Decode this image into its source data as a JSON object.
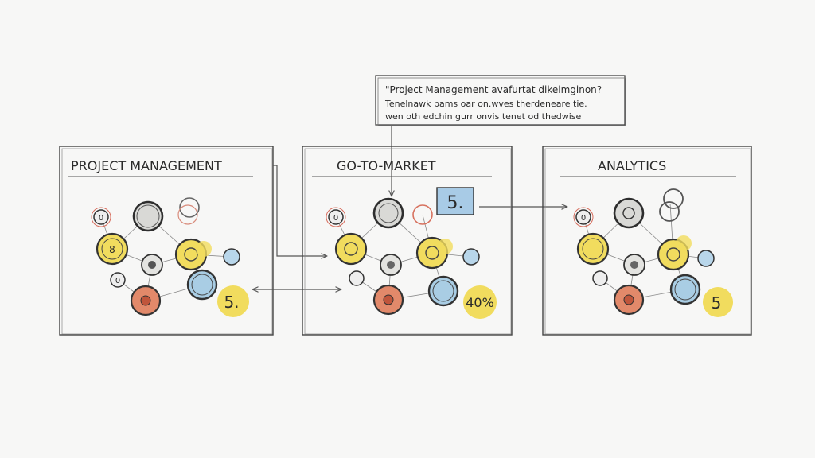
{
  "note": {
    "line1": "\"Project Management avafurtat dikelmginon?",
    "line2": "Tenelnawk pams oar on.wves therdeneare tie.",
    "line3": "wen oth edchin gurr onvis tenet od thedwise"
  },
  "panels": [
    {
      "title": "PROJECT MANAGEMENT",
      "badge": "5."
    },
    {
      "title": "GO-TO-MARKET",
      "badge": "40%",
      "callout": "5."
    },
    {
      "title": "ANALYTICS",
      "badge": "5"
    }
  ],
  "node_labels": {
    "small_a": "0",
    "small_b": "8",
    "small_c": "0"
  },
  "colors": {
    "yellow": "#f1dc5e",
    "orange": "#e2896a",
    "blue": "#a9cde4",
    "grey_node": "#d8d8d4",
    "ink": "#333333",
    "callout_bg": "#a8cbe6"
  }
}
